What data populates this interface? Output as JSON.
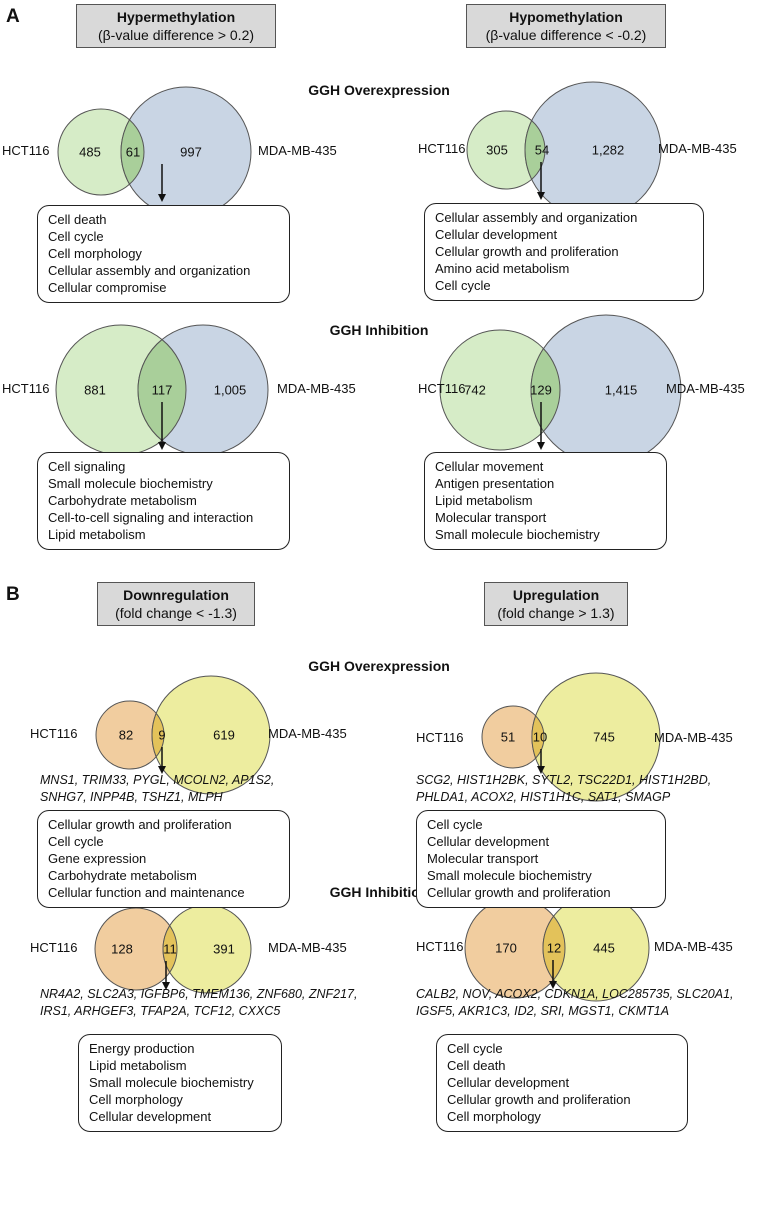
{
  "panelA": {
    "label": "A",
    "headers": [
      {
        "title": "Hypermethylation",
        "subtitle": "(β-value difference > 0.2)"
      },
      {
        "title": "Hypomethylation",
        "subtitle": "(β-value difference < -0.2)"
      }
    ],
    "overexpression_title": "GGH Overexpression",
    "inhibition_title": "GGH Inhibition",
    "venns": [
      {
        "left_label": "HCT116",
        "right_label": "MDA-MB-435",
        "left_only": "485",
        "overlap": "61",
        "right_only": "997",
        "terms": [
          "Cell death",
          "Cell cycle",
          "Cell morphology",
          "Cellular assembly and organization",
          "Cellular compromise"
        ]
      },
      {
        "left_label": "HCT116",
        "right_label": "MDA-MB-435",
        "left_only": "305",
        "overlap": "54",
        "right_only": "1,282",
        "terms": [
          "Cellular assembly and organization",
          "Cellular development",
          "Cellular growth and proliferation",
          "Amino acid metabolism",
          "Cell cycle"
        ]
      },
      {
        "left_label": "HCT116",
        "right_label": "MDA-MB-435",
        "left_only": "881",
        "overlap": "117",
        "right_only": "1,005",
        "terms": [
          "Cell signaling",
          "Small molecule biochemistry",
          "Carbohydrate metabolism",
          "Cell-to-cell signaling and interaction",
          "Lipid metabolism"
        ]
      },
      {
        "left_label": "HCT116",
        "right_label": "MDA-MB-435",
        "left_only": "742",
        "overlap": "129",
        "right_only": "1,415",
        "terms": [
          "Cellular movement",
          "Antigen presentation",
          "Lipid metabolism",
          "Molecular transport",
          "Small molecule biochemistry"
        ]
      }
    ]
  },
  "panelB": {
    "label": "B",
    "headers": [
      {
        "title": "Downregulation",
        "subtitle": "(fold change < -1.3)"
      },
      {
        "title": "Upregulation",
        "subtitle": "(fold change > 1.3)"
      }
    ],
    "overexpression_title": "GGH Overexpression",
    "inhibition_title": "GGH Inhibition",
    "venns": [
      {
        "left_label": "HCT116",
        "right_label": "MDA-MB-435",
        "left_only": "82",
        "overlap": "9",
        "right_only": "619",
        "genes": [
          "MNS1, TRIM33, PYGL, MCOLN2, AP1S2,",
          "SNHG7, INPP4B, TSHZ1, MLPH"
        ],
        "terms": [
          "Cellular growth and proliferation",
          "Cell cycle",
          "Gene expression",
          "Carbohydrate metabolism",
          "Cellular function and maintenance"
        ]
      },
      {
        "left_label": "HCT116",
        "right_label": "MDA-MB-435",
        "left_only": "51",
        "overlap": "10",
        "right_only": "745",
        "genes": [
          "SCG2, HIST1H2BK, SYTL2, TSC22D1, HIST1H2BD,",
          "PHLDA1, ACOX2, HIST1H1C, SAT1, SMAGP"
        ],
        "terms": [
          "Cell cycle",
          "Cellular development",
          "Molecular transport",
          "Small molecule biochemistry",
          "Cellular growth and proliferation"
        ]
      },
      {
        "left_label": "HCT116",
        "right_label": "MDA-MB-435",
        "left_only": "128",
        "overlap": "11",
        "right_only": "391",
        "genes": [
          "NR4A2, SLC2A3, IGFBP6, TMEM136, ZNF680, ZNF217,",
          "IRS1, ARHGEF3, TFAP2A, TCF12, CXXC5"
        ],
        "terms": [
          "Energy production",
          "Lipid metabolism",
          "Small molecule biochemistry",
          "Cell morphology",
          "Cellular development"
        ]
      },
      {
        "left_label": "HCT116",
        "right_label": "MDA-MB-435",
        "left_only": "170",
        "overlap": "12",
        "right_only": "445",
        "genes": [
          "CALB2, NOV, ACOX2, CDKN1A, LOC285735, SLC20A1,",
          "IGSF5, AKR1C3, ID2, SRI, MGST1, CKMT1A"
        ],
        "terms": [
          "Cell cycle",
          "Cell death",
          "Cellular development",
          "Cellular growth and proliferation",
          "Cell morphology"
        ]
      }
    ]
  },
  "colors": {
    "methylation_left": "#d6ecc7",
    "methylation_right": "#c9d5e4",
    "methylation_overlap": "#a9cf9a",
    "expression_left": "#f1cd9f",
    "expression_right": "#eded9f",
    "expression_overlap": "#e3c25a",
    "header_fill": "#d9d9d9"
  }
}
